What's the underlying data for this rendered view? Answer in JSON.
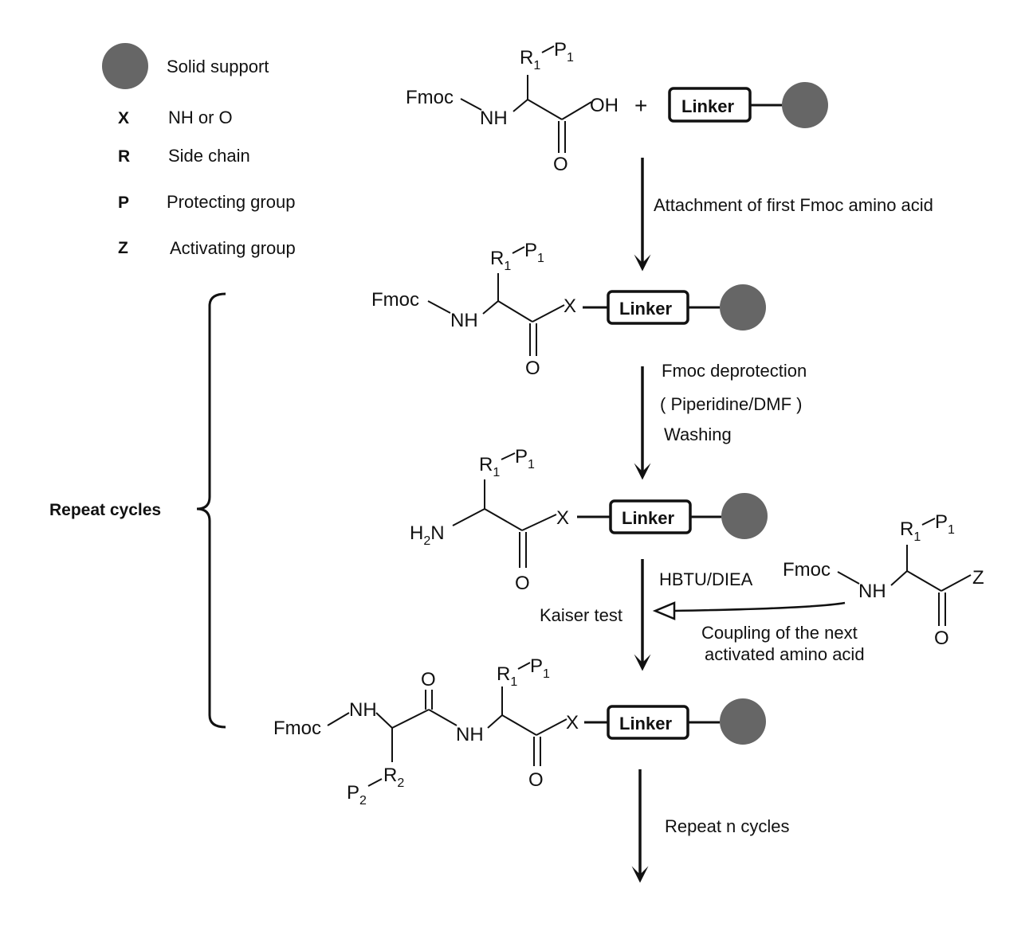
{
  "legend": {
    "support_label": "Solid support",
    "items": [
      {
        "symbol": "X",
        "text": "NH or O"
      },
      {
        "symbol": "R",
        "text": "Side chain"
      },
      {
        "symbol": "P",
        "text": "Protecting group"
      },
      {
        "symbol": "Z",
        "text": "Activating group"
      }
    ]
  },
  "repeat_cycles_label": "Repeat cycles",
  "linker_label": "Linker",
  "chem": {
    "fmoc": "Fmoc",
    "nh": "NH",
    "oh": "OH",
    "o": "O",
    "x": "X",
    "z": "Z",
    "plus": "+",
    "r": "R",
    "p": "P",
    "h": "H",
    "n": "N",
    "sub1": "1",
    "sub2": "2"
  },
  "steps": {
    "attachment": "Attachment of first Fmoc amino acid",
    "deprotection": "Fmoc deprotection",
    "reagent": "( Piperidine/DMF )",
    "washing": "Washing",
    "coupling_reagent": "HBTU/DIEA",
    "kaiser": "Kaiser test",
    "coupling_line1": "Coupling of  the next",
    "coupling_line2": "activated amino acid",
    "repeat_n": "Repeat n cycles"
  },
  "colors": {
    "support": "#666666",
    "ink": "#111111"
  }
}
